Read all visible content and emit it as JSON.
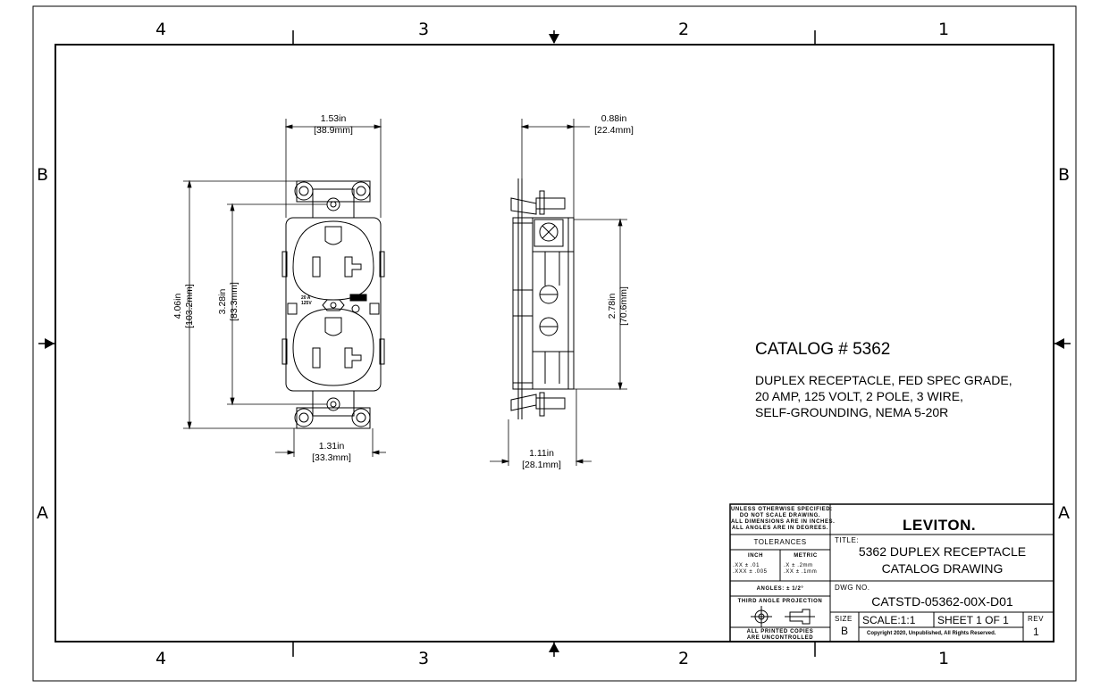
{
  "border": {
    "columns_top": [
      "4",
      "3",
      "2",
      "1"
    ],
    "columns_bottom": [
      "4",
      "3",
      "2",
      "1"
    ],
    "rows_left": [
      "B",
      "A"
    ],
    "rows_right": [
      "B",
      "A"
    ]
  },
  "front_view": {
    "width_label": "1.53in",
    "width_metric": "[38.9mm]",
    "height_label": "4.06in",
    "height_metric": "[103.2mm]",
    "inner_label": "3.28in",
    "inner_metric": "[83.3mm]",
    "bottom_label": "1.31in",
    "bottom_metric": "[33.3mm]",
    "rating_text_1": "20 A",
    "rating_text_2": "125V"
  },
  "side_view": {
    "depth_label": "0.88in",
    "depth_metric": "[22.4mm]",
    "height_label": "2.78in",
    "height_metric": "[70.6mm]",
    "bottom_label": "1.11in",
    "bottom_metric": "[28.1mm]"
  },
  "catalog": {
    "title": "CATALOG # 5362",
    "desc_line1": "DUPLEX RECEPTACLE, FED SPEC GRADE,",
    "desc_line2": "20 AMP, 125 VOLT, 2 POLE, 3 WIRE,",
    "desc_line3": "SELF-GROUNDING, NEMA 5-20R"
  },
  "title_block": {
    "notes_line1": "UNLESS OTHERWISE SPECIFIED:",
    "notes_line2": "DO NOT SCALE DRAWING.",
    "notes_line3": "ALL DIMENSIONS ARE IN INCHES.",
    "notes_line4": "ALL ANGLES ARE IN DEGREES.",
    "tolerances": "TOLERANCES",
    "inch": "INCH",
    "metric": "METRIC",
    "inch_tol1": ".XX   ± .01",
    "inch_tol2": ".XXX  ± .005",
    "metric_tol1": ".X    ± .2mm",
    "metric_tol2": ".XX   ± .1mm",
    "angles": "ANGLES: ± 1/2°",
    "projection": "THIRD ANGLE PROJECTION",
    "print_note1": "ALL PRINTED COPIES",
    "print_note2": "ARE UNCONTROLLED",
    "logo": "LEVITON.",
    "title_label": "TITLE:",
    "title_line1": "5362 DUPLEX RECEPTACLE",
    "title_line2": "CATALOG DRAWING",
    "dwg_label": "DWG NO.",
    "dwg_no": "CATSTD-05362-00X-D01",
    "size_label": "SIZE",
    "size": "B",
    "scale": "SCALE:1:1",
    "sheet": "SHEET 1 OF 1",
    "rev_label": "REV",
    "rev": "1",
    "copyright": "Copyright 2020, Unpublished, All Rights Reserved."
  }
}
